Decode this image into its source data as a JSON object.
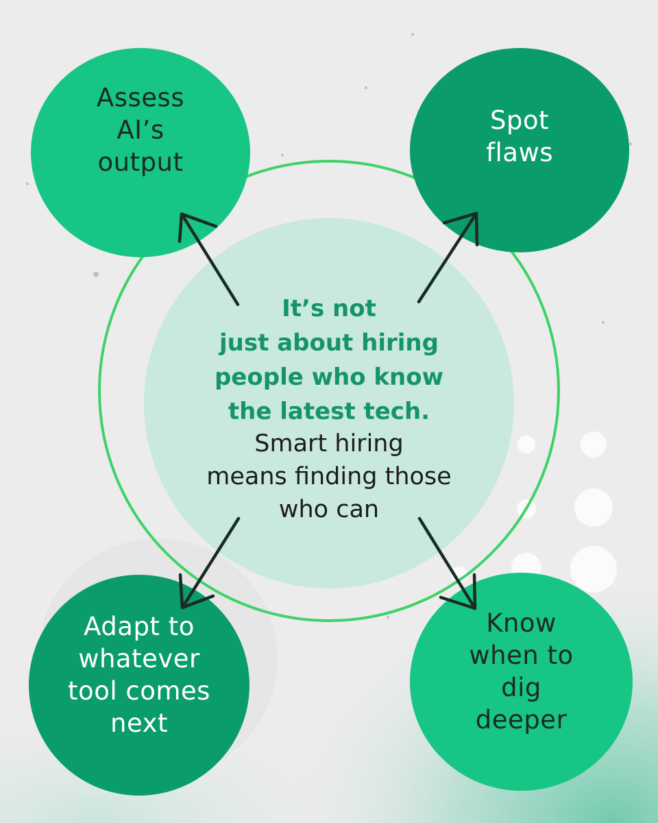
{
  "colors": {
    "background": "#ececec",
    "ring": "#3fd268",
    "center_fill": "#c8e9dc",
    "node_light": "#17c585",
    "node_dark": "#0b9c6c",
    "heading_text": "#15946a",
    "body_text": "#1c1c1c",
    "node_text_dark": "#1a2a24",
    "node_text_light": "#ffffff",
    "arrow": "#1a2a24",
    "spray": "#5dc4a4"
  },
  "center": {
    "heading": "It’s not\njust about hiring\npeople who know\nthe latest tech.",
    "body": "Smart hiring\nmeans finding those\nwho can"
  },
  "nodes": [
    {
      "id": "assess",
      "label": "Assess\nAI’s\noutput",
      "tone": "light"
    },
    {
      "id": "spot",
      "label": "Spot\nflaws",
      "tone": "dark"
    },
    {
      "id": "adapt",
      "label": "Adapt to\nwhatever\ntool comes\nnext",
      "tone": "dark"
    },
    {
      "id": "know",
      "label": "Know\nwhen to\ndig\ndeeper",
      "tone": "light"
    }
  ],
  "icons": {
    "arrows": [
      "arrow-up-left-icon",
      "arrow-up-right-icon",
      "arrow-down-left-icon",
      "arrow-down-right-icon"
    ]
  }
}
